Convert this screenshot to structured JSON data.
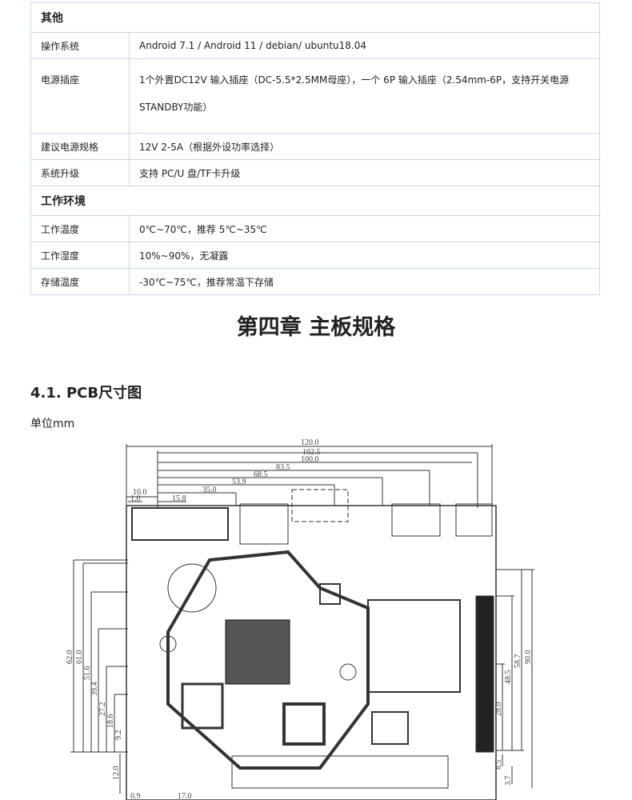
{
  "table": {
    "sections": [
      {
        "title": "其他",
        "rows": [
          {
            "k": "操作系统",
            "v": "Android 7.1 / Android  11 / debian/ ubuntu18.04"
          },
          {
            "k": "电源插座",
            "v": "1个外置DC12V 输入插座（DC-5.5*2.5MM母座），一个 6P 输入插座（2.54mm-6P，支持开关电源 STANDBY功能）"
          },
          {
            "k": "建议电源规格",
            "v": "12V 2-5A（根据外设功率选择）"
          },
          {
            "k": "系统升级",
            "v": "支持 PC/U 盘/TF卡升级"
          }
        ]
      },
      {
        "title": "工作环境",
        "rows": [
          {
            "k": "工作温度",
            "v": "0℃~70℃，推荐 5℃~35℃"
          },
          {
            "k": "工作湿度",
            "v": "10%~90%，无凝露"
          },
          {
            "k": "存储温度",
            "v": "-30℃~75℃，推荐常温下存储"
          }
        ]
      }
    ]
  },
  "chapter_title": "第四章 主板规格",
  "section_title": "4.1. PCB尺寸图",
  "unit_label": "单位mm",
  "drawing": {
    "top_dims": [
      "120.0",
      "102.5",
      "100.0",
      "83.5",
      "68.5",
      "53.9",
      "35.0",
      "10.0",
      "1.0",
      "15.8"
    ],
    "left_dims": [
      "62.0",
      "61.0",
      "51.6",
      "39.4",
      "27.2",
      "18.6",
      "9.2",
      "12.0"
    ],
    "bottom_dims": [
      "0.9",
      "17.0"
    ],
    "right_dims": [
      "90.0",
      "58.7",
      "48.5",
      "28.0",
      "8.5",
      "3.7"
    ]
  }
}
